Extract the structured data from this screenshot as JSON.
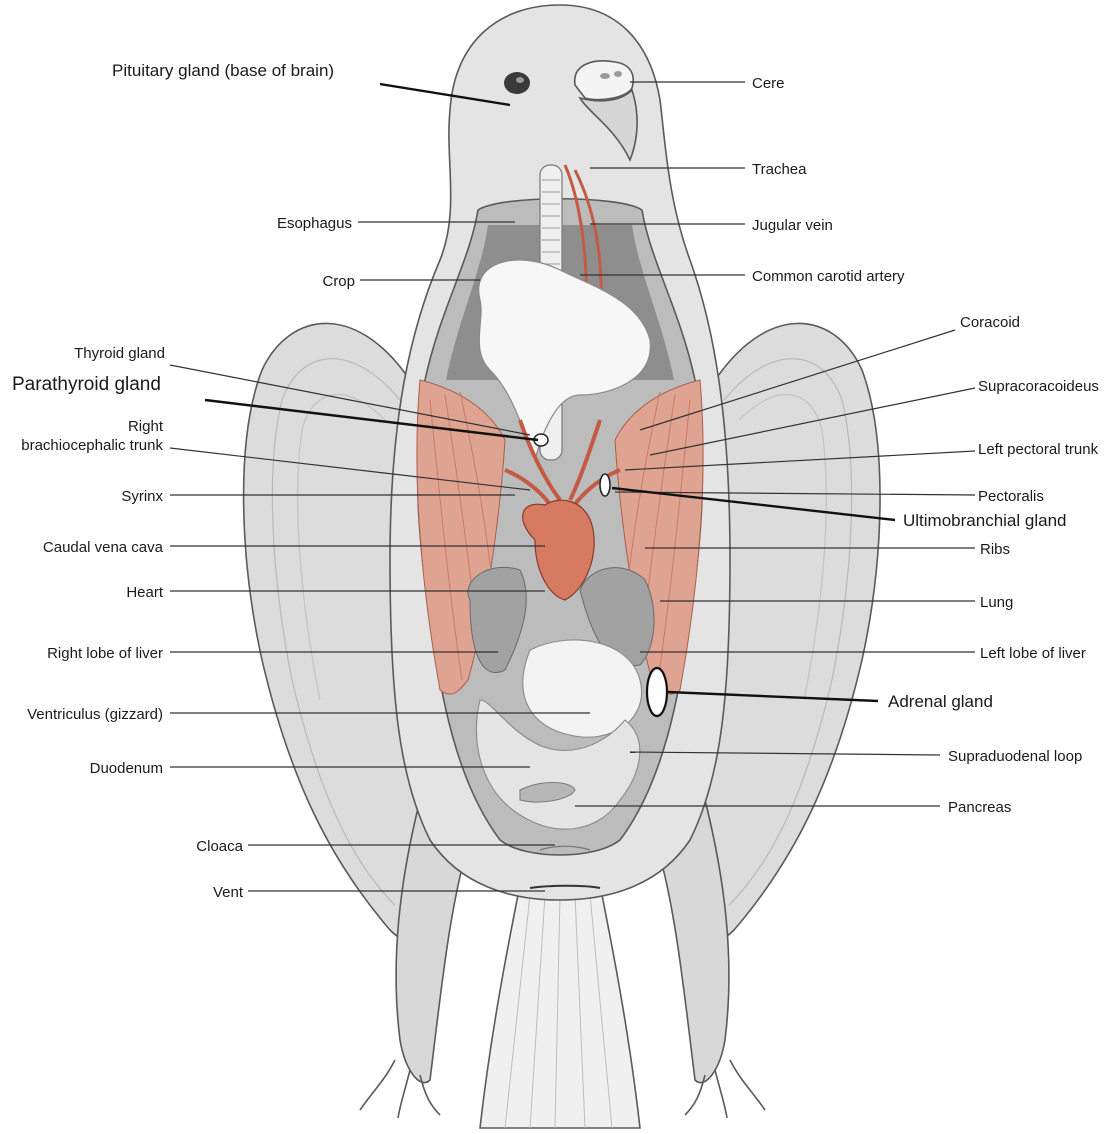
{
  "colors": {
    "body_light": "#e9e9e9",
    "body_mid": "#d2d2d2",
    "body_dark": "#a9a9a9",
    "cavity": "#8f8f8f",
    "muscle": "#dfa391",
    "muscle_dark": "#c97a64",
    "vessel": "#c45a44",
    "organ_white": "#f6f6f6",
    "gland": "#ffffff"
  },
  "labels": {
    "pituitary": "Pituitary gland (base of brain)",
    "cere": "Cere",
    "trachea": "Trachea",
    "esophagus": "Esophagus",
    "jugular_vein": "Jugular vein",
    "crop": "Crop",
    "common_carotid_artery": "Common carotid artery",
    "coracoid": "Coracoid",
    "thyroid_gland": "Thyroid gland",
    "parathyroid_gland": "Parathyroid gland",
    "supracoracoideus": "Supracoracoideus",
    "right_brachiocephalic_line1": "Right",
    "right_brachiocephalic_line2": "brachiocephalic trunk",
    "left_pectoral_trunk": "Left pectoral trunk",
    "syrinx": "Syrinx",
    "pectoralis": "Pectoralis",
    "ultimobranchial_gland": "Ultimobranchial gland",
    "caudal_vena_cava": "Caudal vena cava",
    "ribs": "Ribs",
    "heart": "Heart",
    "lung": "Lung",
    "right_lobe_liver": "Right lobe of liver",
    "left_lobe_liver": "Left lobe of liver",
    "adrenal_gland": "Adrenal gland",
    "ventriculus": "Ventriculus (gizzard)",
    "supraduodenal_loop": "Supraduodenal loop",
    "duodenum": "Duodenum",
    "pancreas": "Pancreas",
    "cloaca": "Cloaca",
    "vent": "Vent"
  }
}
